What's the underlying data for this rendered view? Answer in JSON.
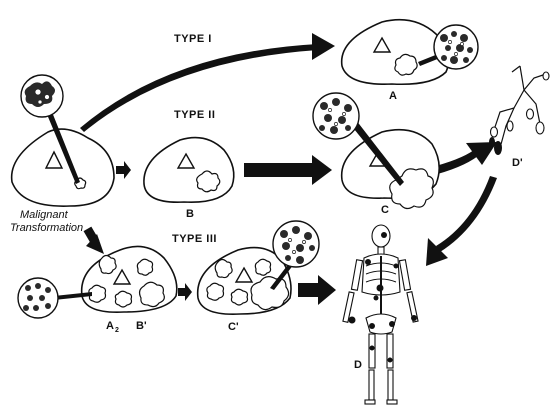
{
  "labels": {
    "type_1": "TYPE I",
    "type_2": "TYPE II",
    "type_3": "TYPE III",
    "caption_line_1": "Malignant",
    "caption_line_2": "Transformation",
    "node_a": "A",
    "node_b": "B",
    "node_c": "C",
    "node_c_prime": "C'",
    "node_d": "D",
    "node_d_prime": "D'",
    "node_a2": "A",
    "node_a2_sub": "2",
    "node_b_prime": "B'"
  }
}
